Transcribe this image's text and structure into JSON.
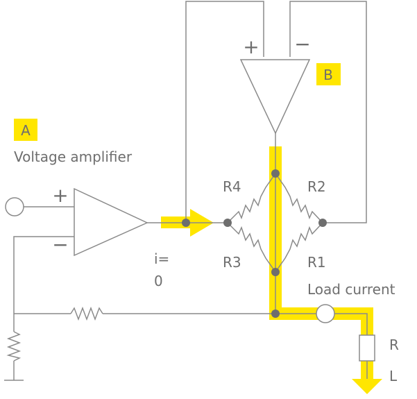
{
  "labels": {
    "a_tag": "A",
    "b_tag": "B",
    "voltage_amplifier": "Voltage amplifier",
    "plus_a": "+",
    "minus_a": "−",
    "plus_b": "+",
    "minus_b": "−",
    "i_eq": "i=",
    "zero": "0",
    "r1": "R1",
    "r2": "R2",
    "r3": "R3",
    "r4": "R4",
    "load_current": "Load current",
    "r_letter": "R",
    "l_letter": "L"
  },
  "colors": {
    "wire": "#8a8a8a",
    "highlight": "#ffe600",
    "node": "#6e6e6e",
    "text": "#6e6e6e"
  },
  "icons": {
    "current_arrow": "arrow-right",
    "ground_arrow": "arrow-down"
  }
}
